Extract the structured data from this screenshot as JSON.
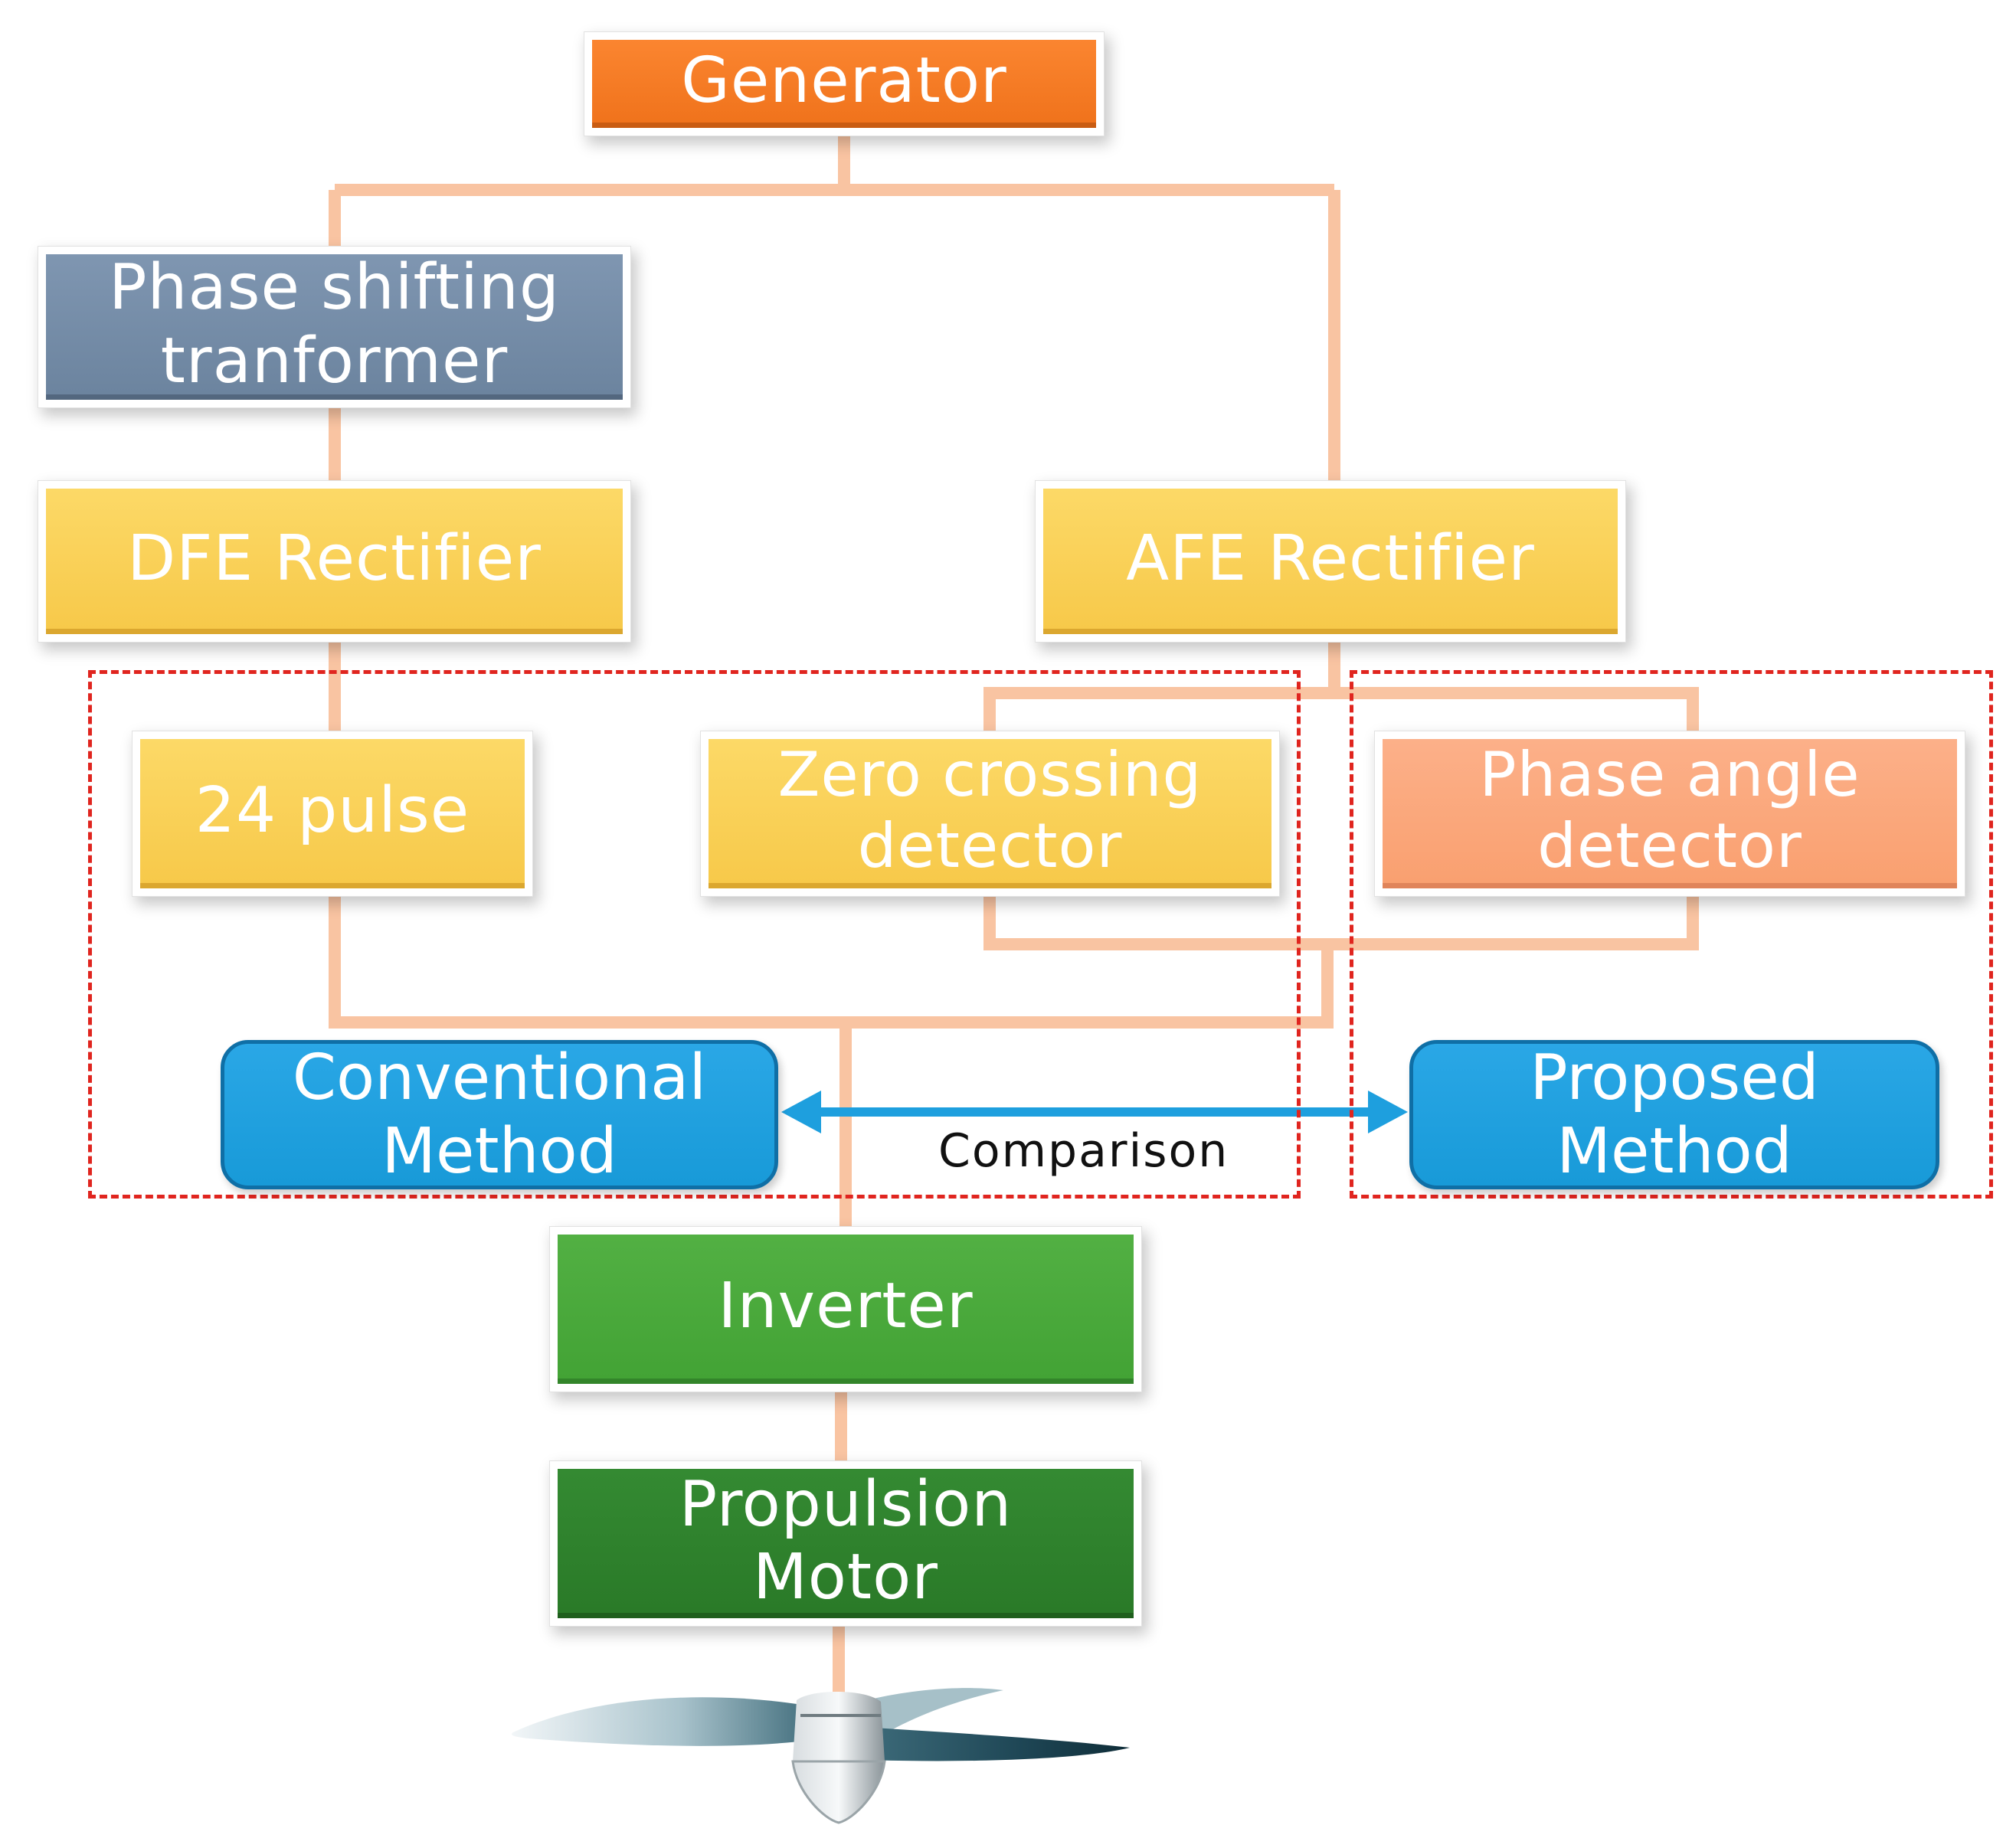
{
  "blocks": {
    "generator": "Generator",
    "phase_shifting_transformer": "Phase shifting\ntranformer",
    "dfe_rectifier": "DFE Rectifier",
    "afe_rectifier": "AFE Rectifier",
    "pulse_24": "24 pulse",
    "zero_crossing_detector": "Zero crossing\ndetector",
    "phase_angle_detector": "Phase angle\ndetector",
    "conventional_method": "Conventional\nMethod",
    "proposed_method": "Proposed\nMethod",
    "inverter": "Inverter",
    "propulsion_motor": "Propulsion\nMotor"
  },
  "comparison_label": "Comparison",
  "colors": {
    "connector": "#f9c4a2",
    "generator": "#f37a24",
    "transformer": "#7189a6",
    "rectifier": "#f9cf55",
    "phase_angle_detector": "#fba67b",
    "method": "#1e9fde",
    "inverter": "#48a83b",
    "motor": "#2e8030",
    "dashed_border": "#e0251f",
    "comparison_arrow": "#1e9fde"
  },
  "icons": [
    "propeller-icon"
  ]
}
